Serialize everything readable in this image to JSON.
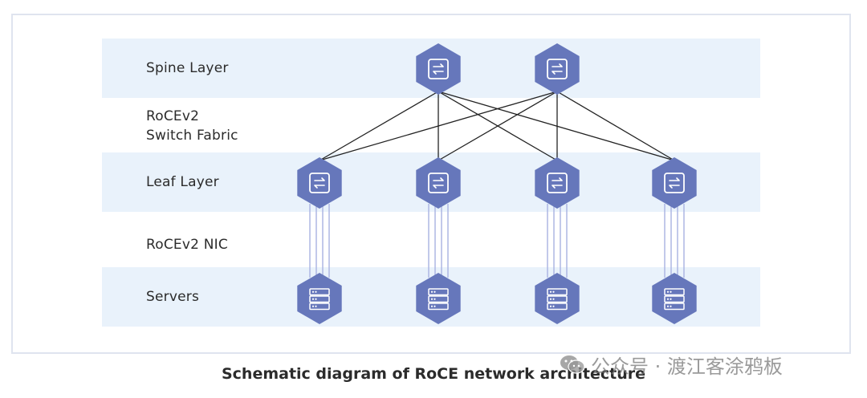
{
  "layers": {
    "spine": "Spine Layer",
    "fabric": [
      "RoCEv2",
      "Switch Fabric"
    ],
    "leaf": "Leaf Layer",
    "nic": "RoCEv2 NIC",
    "servers": "Servers"
  },
  "caption": "Schematic diagram of RoCE network architecture",
  "watermark": "公众号 · 渡江客涂鸦板",
  "topology": {
    "spine_count": 2,
    "leaf_count": 4,
    "server_count": 4,
    "full_mesh_spine_leaf": true
  },
  "colors": {
    "band": "#e9f2fb",
    "node": "#6677bb",
    "node_icon": "#ffffff",
    "link": "#222222",
    "nic_link": "#a9b2e2"
  },
  "icons": {
    "spine": "switch-icon",
    "leaf": "switch-icon",
    "server": "server-rack-icon"
  }
}
